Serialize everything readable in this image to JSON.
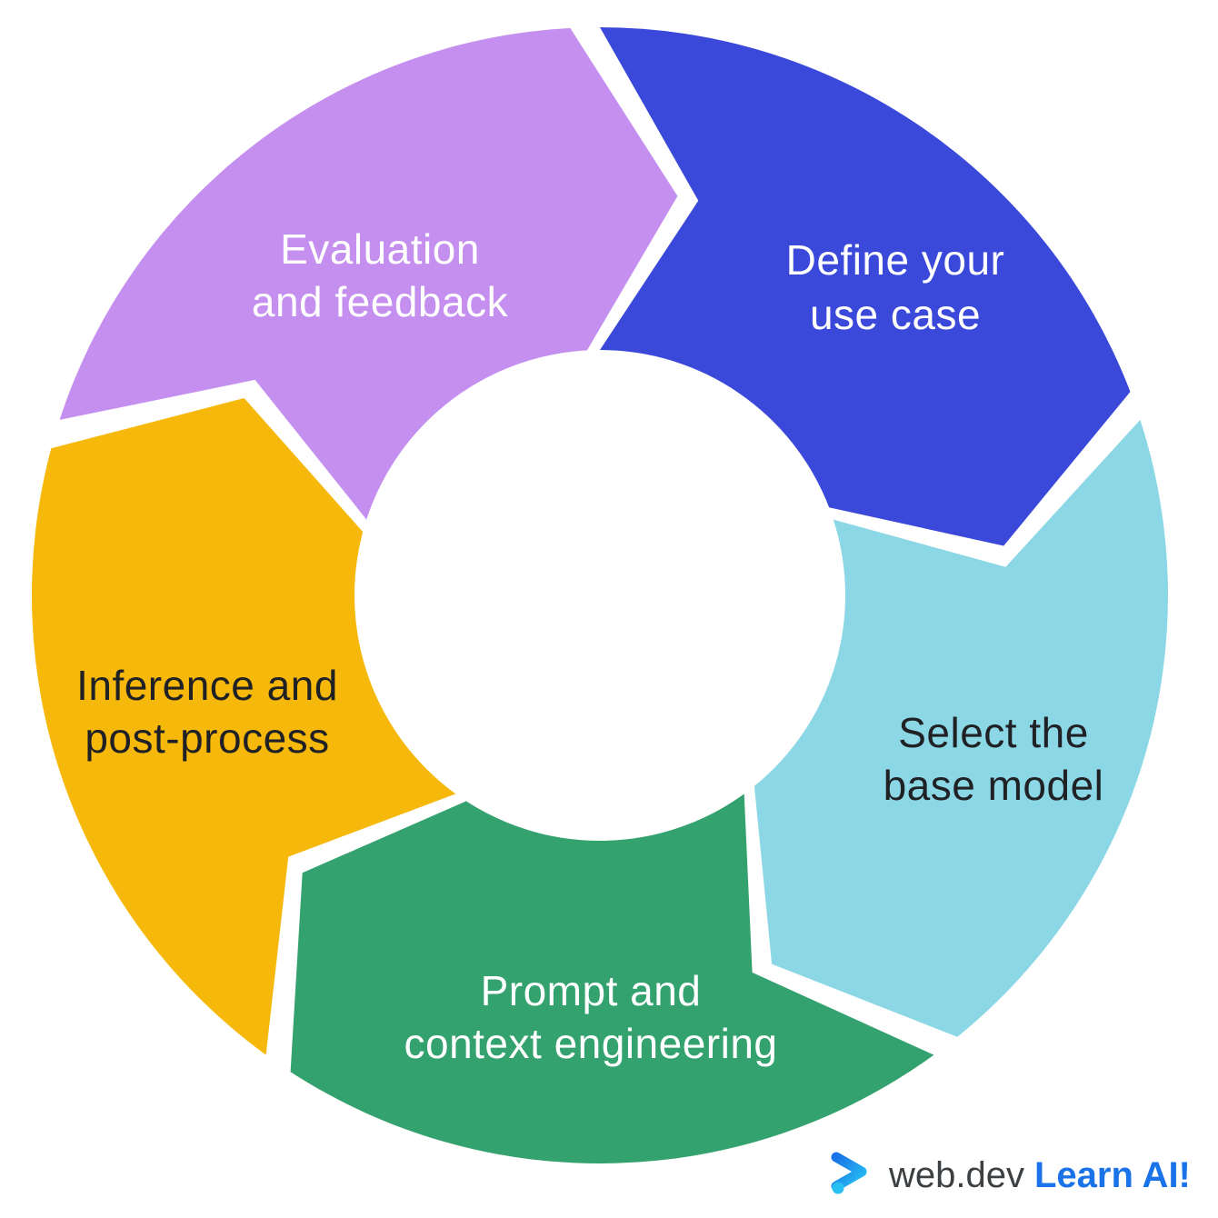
{
  "diagram": {
    "type": "cycle",
    "direction": "clockwise"
  },
  "segments": [
    {
      "id": "define-your-use-case",
      "label": "Define your use case",
      "lines": [
        "Define your",
        "use case"
      ],
      "color": "#3B49DB",
      "text_color": "#FFFFFF"
    },
    {
      "id": "select-the-base-model",
      "label": "Select the base model",
      "lines": [
        "Select the",
        "base model"
      ],
      "color": "#8CD7E5",
      "text_color": "#202124"
    },
    {
      "id": "prompt-and-context-engineering",
      "label": "Prompt and context engineering",
      "lines": [
        "Prompt and",
        "context engineering"
      ],
      "color": "#34A26E",
      "text_color": "#FFFFFF"
    },
    {
      "id": "inference-and-post-process",
      "label": "Inference and post-process",
      "lines": [
        "Inference and",
        "post-process"
      ],
      "color": "#F6B80B",
      "text_color": "#202124"
    },
    {
      "id": "evaluation-and-feedback",
      "label": "Evaluation and feedback",
      "lines": [
        "Evaluation",
        "and feedback"
      ],
      "color": "#C48FEF",
      "text_color": "#FFFFFF"
    }
  ],
  "footer": {
    "brand": "web.dev",
    "brand_color": "#3C4043",
    "cta": "Learn AI!",
    "cta_color": "#1A73E8",
    "icon": "webdev-chevron-icon",
    "icon_color_start": "#1A73E8",
    "icon_color_end": "#26C1F2"
  }
}
